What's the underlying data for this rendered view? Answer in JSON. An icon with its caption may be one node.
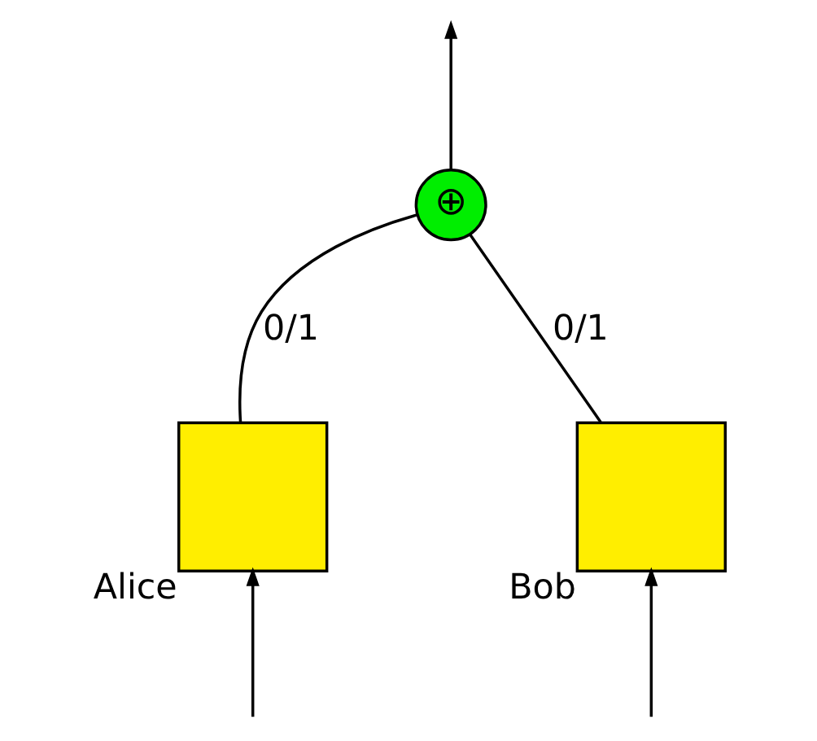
{
  "diagram": {
    "nodes": [
      {
        "text": [
          "⊕"
        ]
      },
      {
        "text": [],
        "shape": "box",
        "beside": [
          "Alice"
        ]
      },
      {
        "text": [],
        "shape": "box",
        "beside": [
          "Bob"
        ]
      }
    ],
    "edges": [
      {
        "from": null,
        "to": 1,
        "arrow": "to"
      },
      {
        "from": null,
        "to": 2,
        "arrow": "to"
      },
      {
        "from": 1,
        "to": 0,
        "arrow": "none",
        "label": "0/1"
      },
      {
        "from": 2,
        "to": 0,
        "arrow": "none",
        "label": "0/1"
      },
      {
        "from": 0,
        "to": null,
        "arrow": "to"
      }
    ]
  }
}
